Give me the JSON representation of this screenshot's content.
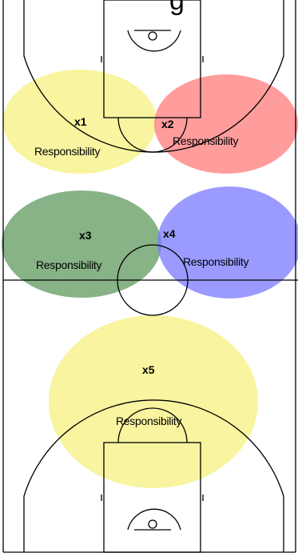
{
  "title_partial": "g",
  "colors": {
    "x1": "#f5f07f",
    "x2": "#ff7b7b",
    "x3": "#5f9a5f",
    "x4": "#7a7aff",
    "x5": "#f5f07f"
  },
  "zones": [
    {
      "id": "x1",
      "player": "x1",
      "label": "Responsibility"
    },
    {
      "id": "x2",
      "player": "x2",
      "label": "Responsibility"
    },
    {
      "id": "x3",
      "player": "x3",
      "label": "Responsibility"
    },
    {
      "id": "x4",
      "player": "x4",
      "label": "Responsibility"
    },
    {
      "id": "x5",
      "player": "x5",
      "label": "Responsibility"
    }
  ]
}
